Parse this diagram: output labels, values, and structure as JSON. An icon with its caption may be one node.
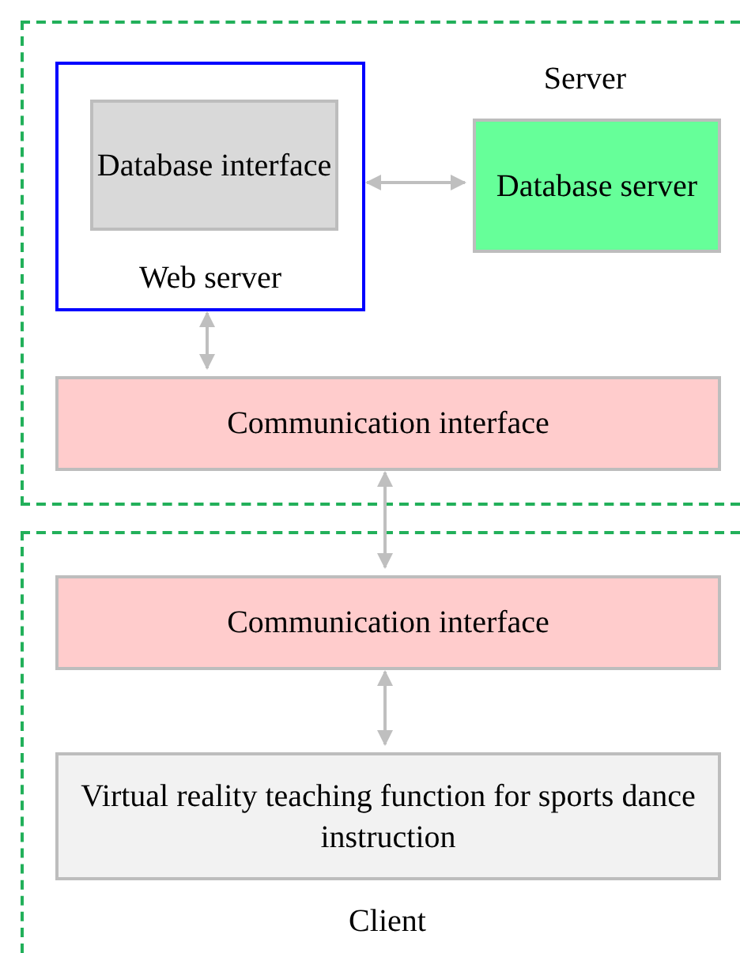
{
  "diagram": {
    "nodes": [
      {
        "text": [
          "Server"
        ]
      },
      {
        "text": [
          "Web server"
        ],
        "in": 0
      },
      {
        "text": [
          "Database interface"
        ],
        "in": 1
      },
      {
        "text": [
          "Database server"
        ],
        "in": 0
      },
      {
        "text": [
          "Communication interface"
        ],
        "in": 0
      },
      {
        "text": [
          "Client"
        ]
      },
      {
        "text": [
          "Communication interface"
        ],
        "in": 5
      },
      {
        "text": [
          "Virtual reality teaching function for sports dance instruction"
        ],
        "in": 5
      }
    ],
    "edges": [
      {
        "from": 1,
        "to": 3,
        "arrow": "both"
      },
      {
        "from": 1,
        "to": 4,
        "arrow": "both"
      },
      {
        "from": 4,
        "to": 6,
        "arrow": "both"
      },
      {
        "from": 6,
        "to": 7,
        "arrow": "both"
      }
    ]
  }
}
